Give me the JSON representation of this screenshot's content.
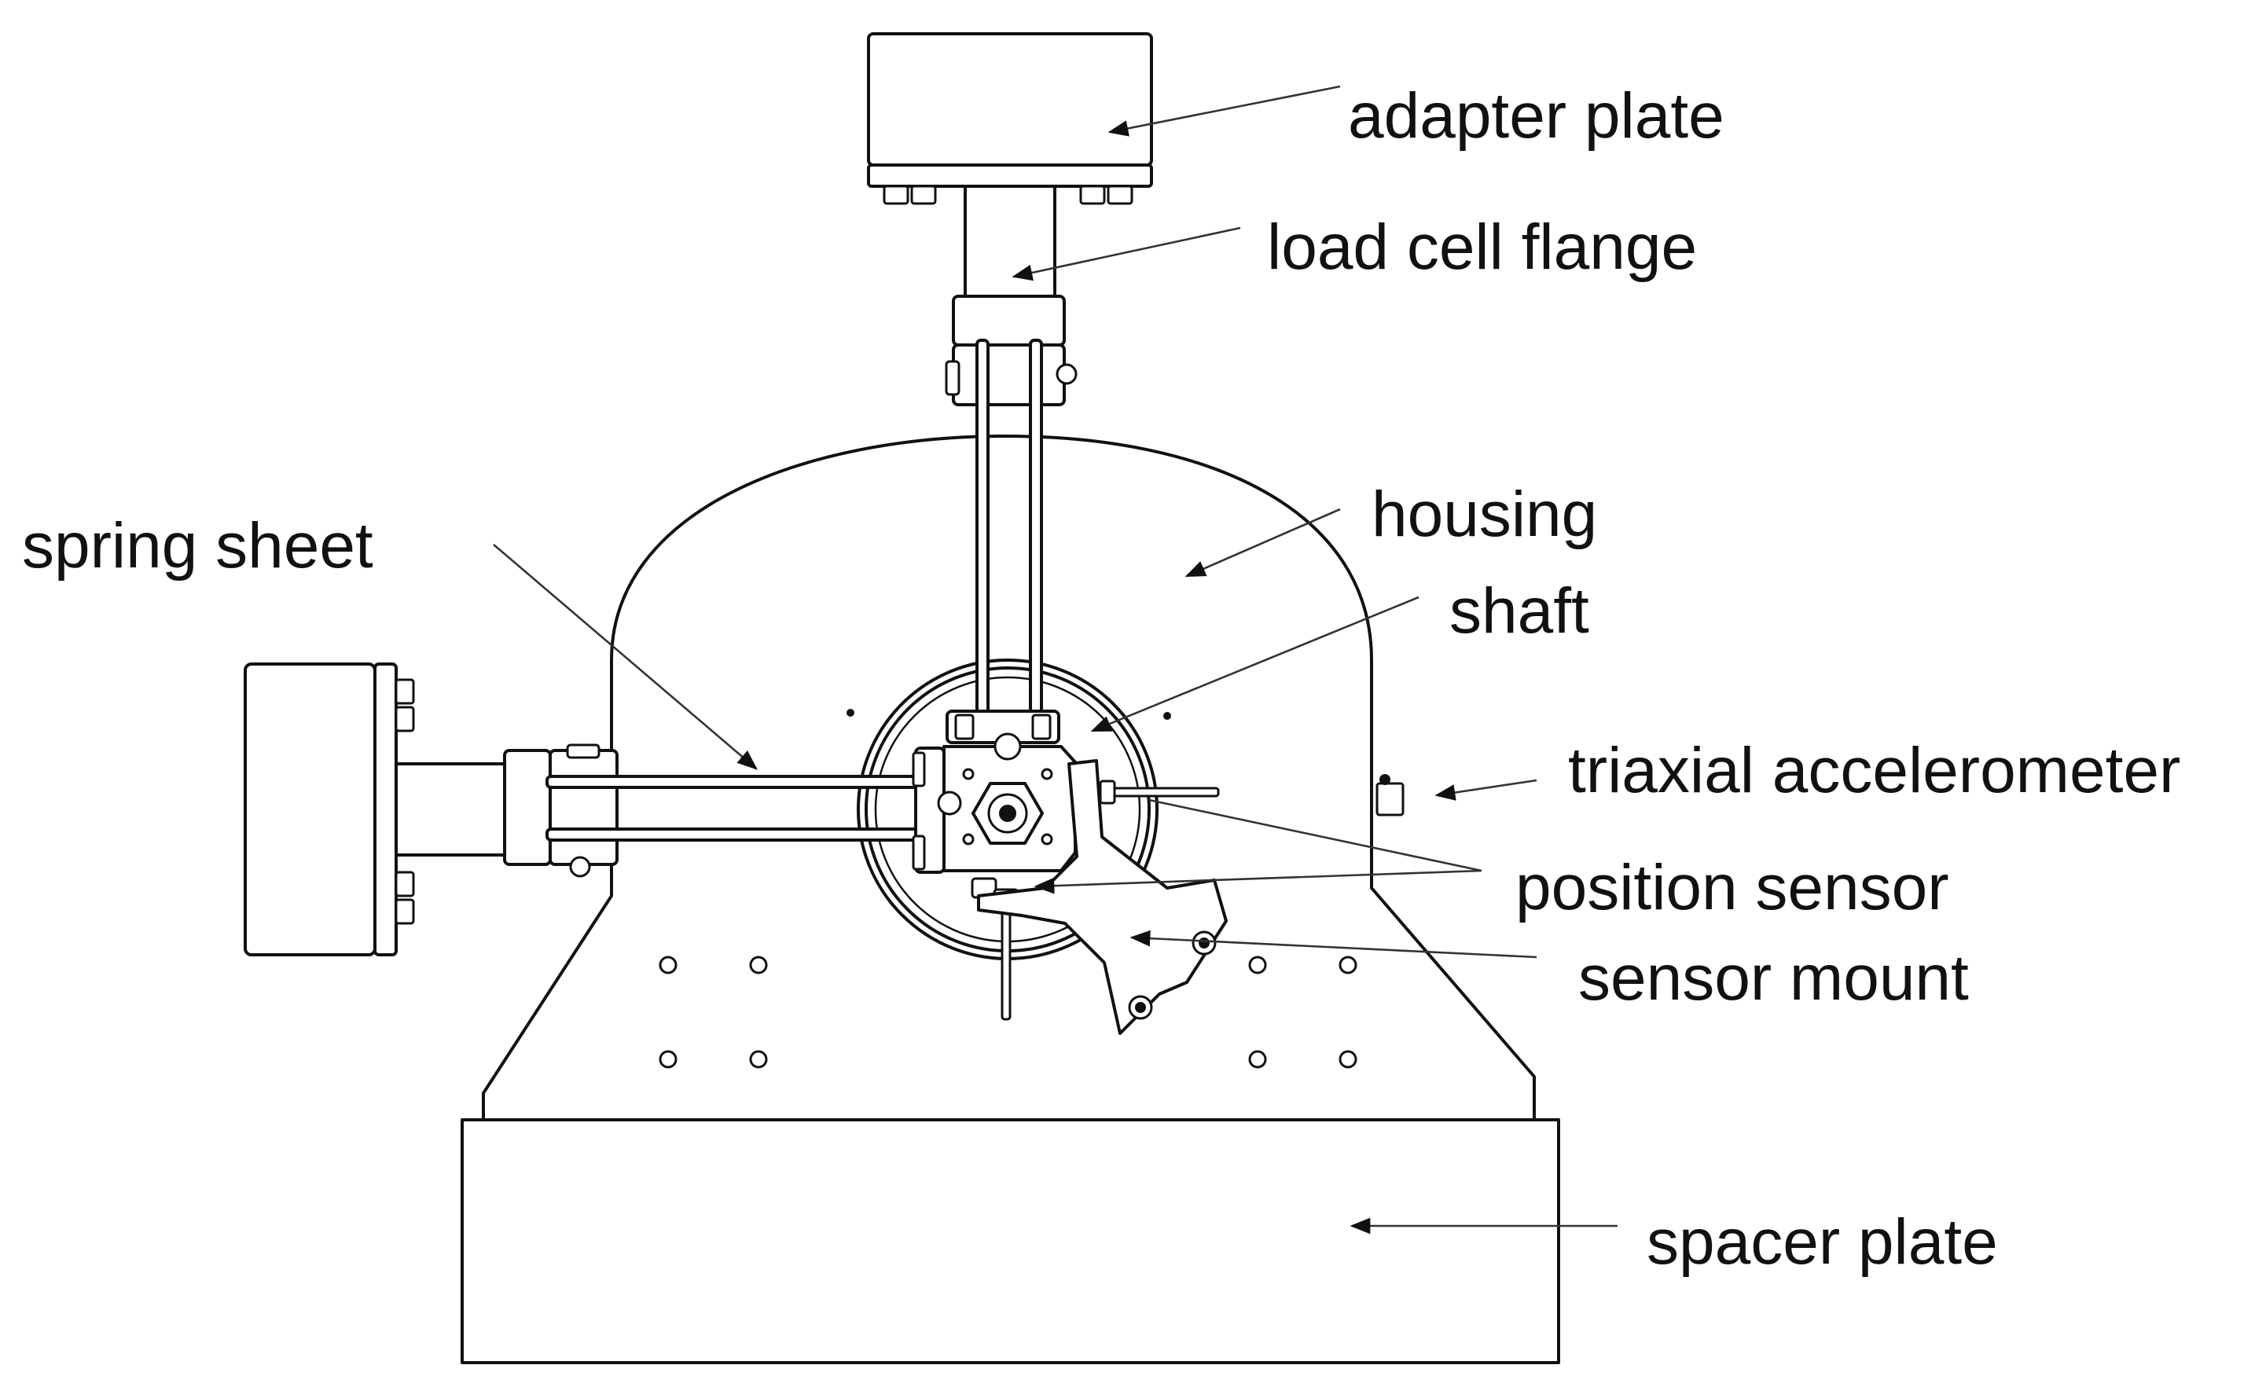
{
  "labels": {
    "adapter_plate": "adapter plate",
    "load_cell_flange": "load cell flange",
    "housing": "housing",
    "shaft": "shaft",
    "spring_sheet": "spring sheet",
    "triaxial_accelerometer": "triaxial accelerometer",
    "position_sensor": "position sensor",
    "sensor_mount": "sensor mount",
    "spacer_plate": "spacer plate"
  },
  "colors": {
    "line": "#111111",
    "background": "#ffffff"
  }
}
